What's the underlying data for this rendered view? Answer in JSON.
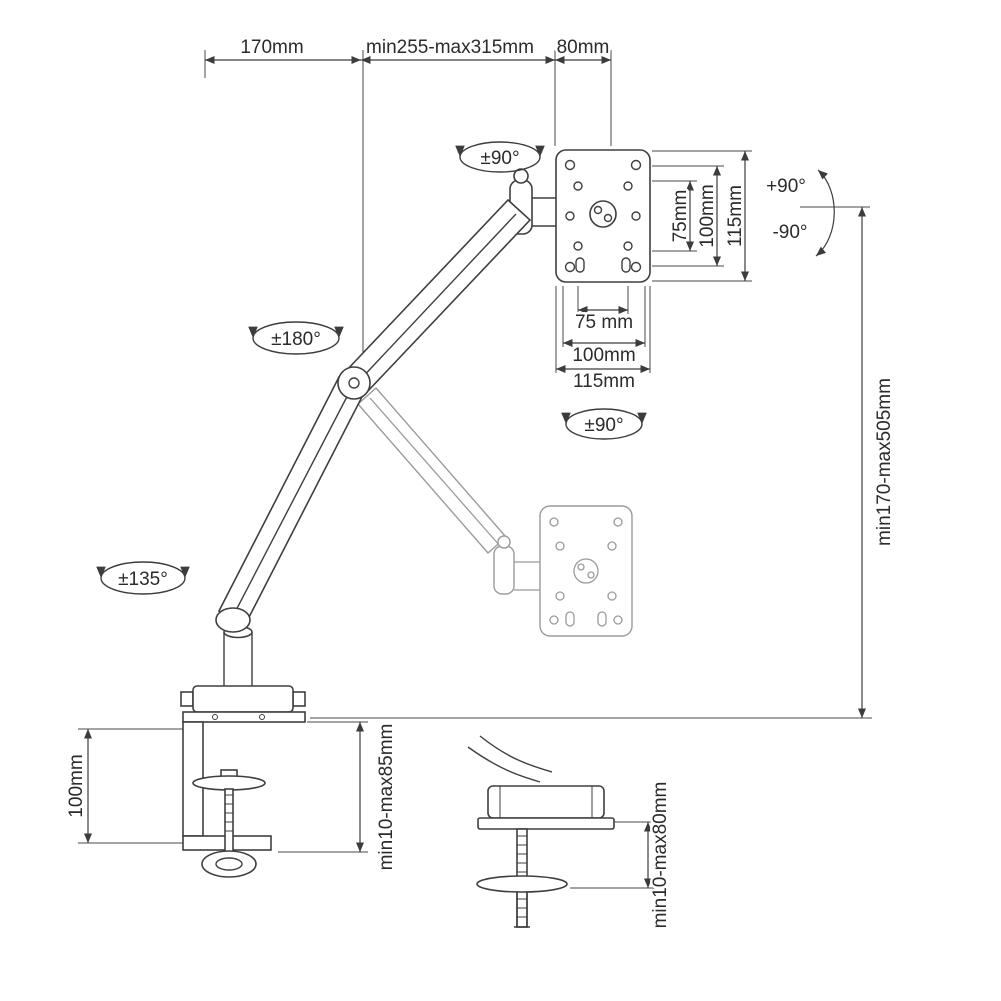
{
  "diagram": {
    "name": "Gas-spring monitor desk mount dimensional drawing",
    "top_dimensions": {
      "left": "170mm",
      "middle": "min255-max315mm",
      "right": "80mm"
    },
    "rotation_angles": {
      "head_swivel_top": "±90°",
      "elbow": "±180°",
      "head_swivel_bottom": "±90°",
      "base": "±135°",
      "tilt_up": "+90°",
      "tilt_down": "-90°"
    },
    "vesa": {
      "vertical": {
        "v75": "75mm",
        "v100": "100mm",
        "v115": "115mm"
      },
      "horizontal": {
        "h75": "75 mm",
        "h100": "100mm",
        "h115": "115mm"
      }
    },
    "height_range": "min170-max505mm",
    "clamp": {
      "plate_depth": "100mm",
      "thickness_range": "min10-max85mm"
    },
    "grommet": {
      "thickness_range": "min10-max80mm"
    }
  }
}
